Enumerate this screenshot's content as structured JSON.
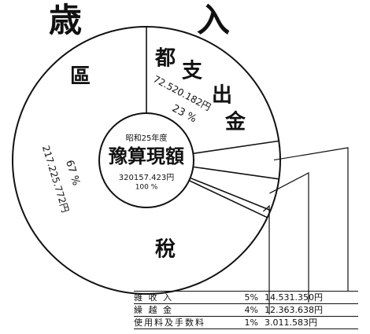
{
  "title": {
    "left": "歳",
    "right": "入"
  },
  "chart_data": {
    "type": "pie",
    "title": "歳 入",
    "center": {
      "line1": "昭和25年度",
      "line2": "豫算現額",
      "line3": "320157.423円",
      "line4": "100 %"
    },
    "slices": [
      {
        "label": "都支出金",
        "label_chars": [
          "都",
          "支",
          "出",
          "金"
        ],
        "value": 72520182,
        "value_text": "72.520.182円",
        "percent_text": "23 %"
      },
      {
        "label": "",
        "value": 14531350
      },
      {
        "label": "",
        "value": 12363638
      },
      {
        "label": "",
        "value": 3011583
      },
      {
        "label": "區稅",
        "label_chars": [
          "區",
          "稅"
        ],
        "value": 217225772,
        "value_text": "217.225.772円",
        "percent_text": "67 %"
      }
    ],
    "legend": [
      {
        "name": "雑 收 入",
        "percent": "5%",
        "amount": "14.531.350円"
      },
      {
        "name": "繰 越 金",
        "percent": "4%",
        "amount": "12.363.638円"
      },
      {
        "name": "使用料及手数料",
        "percent": "1%",
        "amount": "3.011.583円"
      }
    ],
    "colors": {
      "ink": "#111111",
      "background": "#ffffff"
    }
  }
}
